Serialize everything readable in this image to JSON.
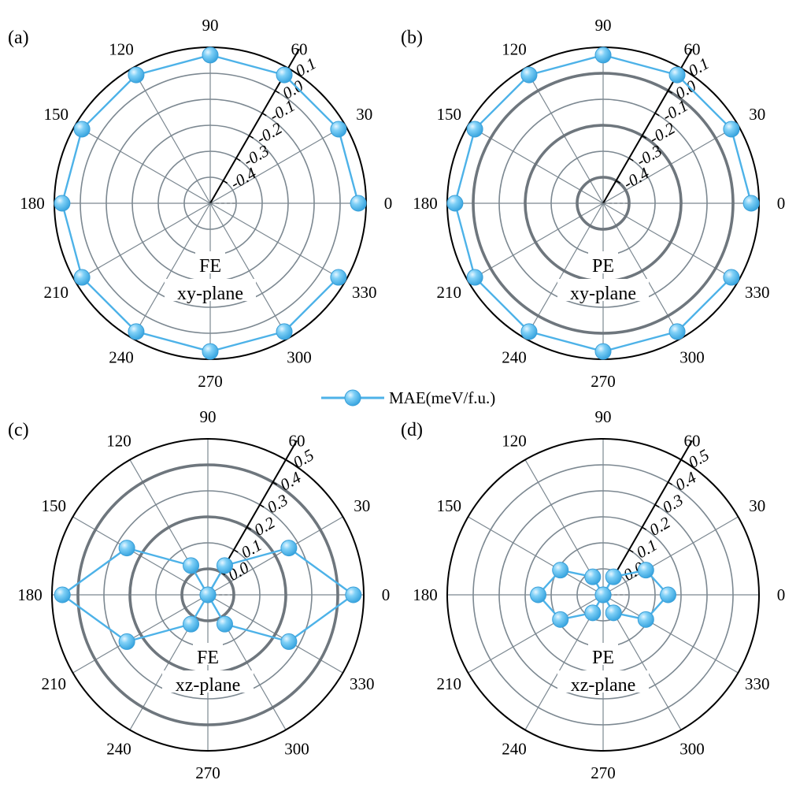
{
  "legend": {
    "label": "MAE(meV/f.u.)"
  },
  "colors": {
    "series": "#4db2e8",
    "marker_fill": "#5cc2f2",
    "ring_thin": "#7c8891",
    "ring_thick": "#6e767d",
    "spoke": "#7c8891"
  },
  "chart_data": [
    {
      "type": "polar-line",
      "panel_label": "(a)",
      "annotation": [
        "FE",
        "xy-plane"
      ],
      "angle_ticks": [
        0,
        30,
        60,
        90,
        120,
        150,
        180,
        210,
        240,
        270,
        300,
        330
      ],
      "radial_ticks": [
        "0.1",
        "0.0",
        "-0.1",
        "-0.2",
        "-0.3",
        "-0.4"
      ],
      "rlim": [
        -0.5,
        0.1
      ],
      "highlight_ticks": [],
      "series": [
        {
          "name": "MAE(meV/f.u.)",
          "theta": [
            0,
            30,
            60,
            90,
            120,
            150,
            180,
            210,
            240,
            270,
            300,
            330
          ],
          "r": [
            0.07,
            0.07,
            0.07,
            0.07,
            0.07,
            0.07,
            0.07,
            0.07,
            0.07,
            0.07,
            0.07,
            0.07
          ]
        }
      ]
    },
    {
      "type": "polar-line",
      "panel_label": "(b)",
      "annotation": [
        "PE",
        "xy-plane"
      ],
      "angle_ticks": [
        0,
        30,
        60,
        90,
        120,
        150,
        180,
        210,
        240,
        270,
        300,
        330
      ],
      "radial_ticks": [
        "0.1",
        "0.0",
        "-0.1",
        "-0.2",
        "-0.3",
        "-0.4"
      ],
      "rlim": [
        -0.5,
        0.1
      ],
      "highlight_ticks": [
        "0.0",
        "-0.2",
        "-0.4"
      ],
      "series": [
        {
          "name": "MAE(meV/f.u.)",
          "theta": [
            0,
            30,
            60,
            90,
            120,
            150,
            180,
            210,
            240,
            270,
            300,
            330
          ],
          "r": [
            0.07,
            0.07,
            0.07,
            0.07,
            0.07,
            0.07,
            0.07,
            0.07,
            0.07,
            0.07,
            0.07,
            0.07
          ]
        }
      ]
    },
    {
      "type": "polar-line",
      "panel_label": "(c)",
      "annotation": [
        "FE",
        "xz-plane"
      ],
      "angle_ticks": [
        0,
        30,
        60,
        90,
        120,
        150,
        180,
        210,
        240,
        270,
        300,
        330
      ],
      "radial_ticks": [
        "0.5",
        "0.4",
        "0.3",
        "0.2",
        "0.1",
        "0.0"
      ],
      "rlim": [
        -0.1,
        0.5
      ],
      "highlight_ticks": [
        "0.4",
        "0.2",
        "0.0"
      ],
      "series": [
        {
          "name": "MAE(meV/f.u.)",
          "theta": [
            0,
            30,
            60,
            90,
            120,
            150,
            180,
            210,
            240,
            270,
            300,
            330,
            0
          ],
          "r": [
            0.46,
            0.26,
            0.03,
            -0.1,
            0.03,
            0.26,
            0.46,
            0.26,
            0.03,
            -0.1,
            0.03,
            0.26,
            0.46
          ]
        }
      ]
    },
    {
      "type": "polar-line",
      "panel_label": "(d)",
      "annotation": [
        "PE",
        "xz-plane"
      ],
      "angle_ticks": [
        0,
        30,
        60,
        90,
        120,
        150,
        180,
        210,
        240,
        270,
        300,
        330
      ],
      "radial_ticks": [
        "0.5",
        "0.4",
        "0.3",
        "0.2",
        "0.1",
        "0.0"
      ],
      "rlim": [
        -0.1,
        0.5
      ],
      "highlight_ticks": [],
      "series": [
        {
          "name": "MAE(meV/f.u.)",
          "theta": [
            0,
            30,
            60,
            90,
            120,
            150,
            180,
            210,
            240,
            270,
            300,
            330,
            0
          ],
          "r": [
            0.15,
            0.09,
            -0.02,
            -0.1,
            -0.02,
            0.09,
            0.15,
            0.09,
            -0.02,
            -0.1,
            -0.02,
            0.09,
            0.15
          ]
        }
      ]
    }
  ]
}
